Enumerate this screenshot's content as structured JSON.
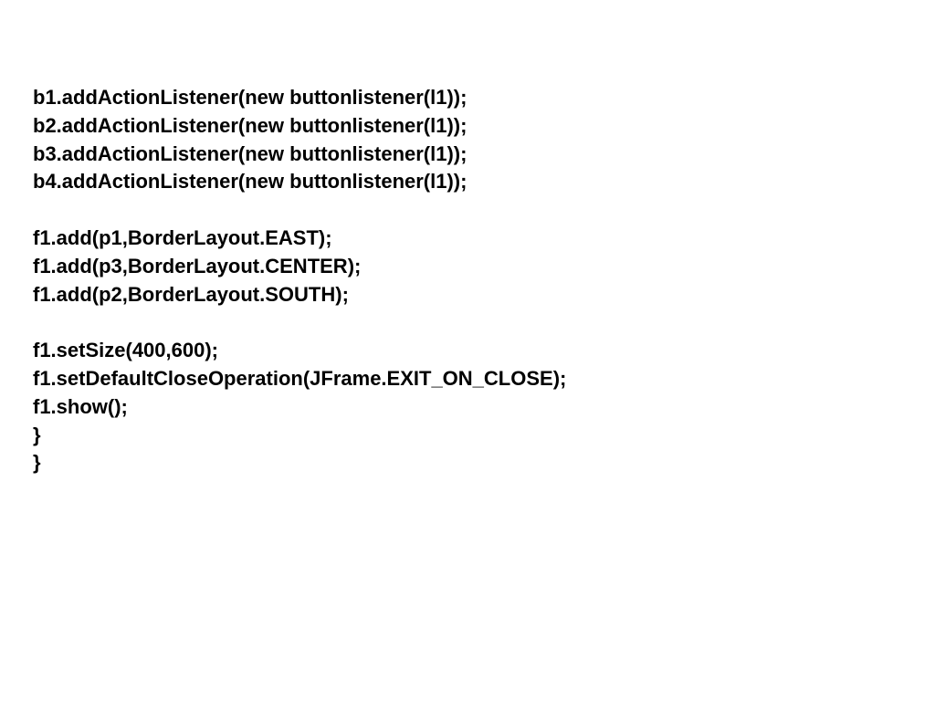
{
  "code_lines": [
    "b1.addActionListener(new buttonlistener(l1));",
    "b2.addActionListener(new buttonlistener(l1));",
    "b3.addActionListener(new buttonlistener(l1));",
    "b4.addActionListener(new buttonlistener(l1));",
    "",
    "f1.add(p1,BorderLayout.EAST);",
    "f1.add(p3,BorderLayout.CENTER);",
    "f1.add(p2,BorderLayout.SOUTH);",
    "",
    "f1.setSize(400,600);",
    "f1.setDefaultCloseOperation(JFrame.EXIT_ON_CLOSE);",
    "f1.show();",
    "}",
    "}"
  ]
}
